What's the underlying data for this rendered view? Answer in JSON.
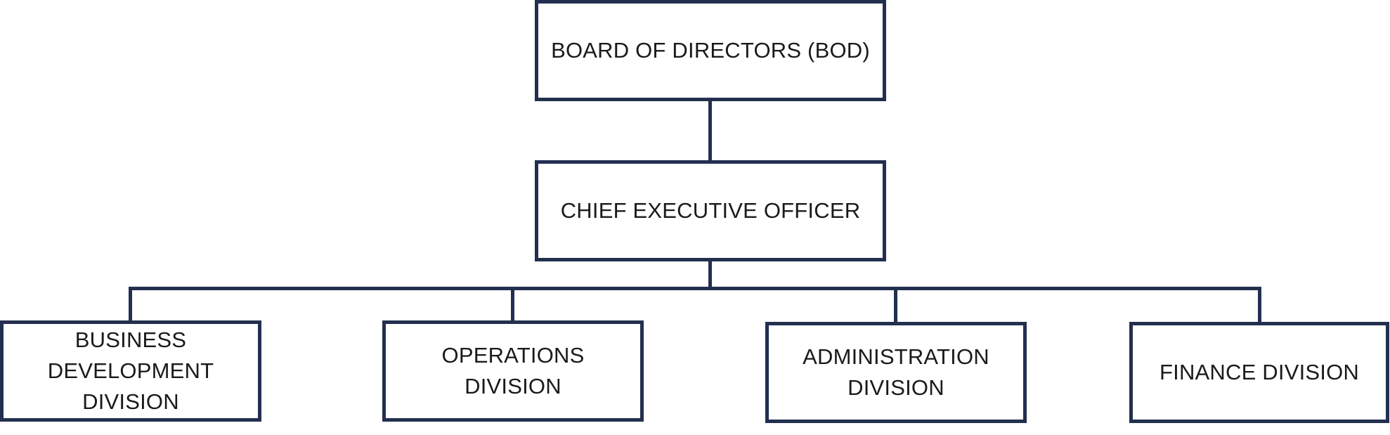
{
  "colors": {
    "border": "#232f4f",
    "connector": "#232f4f",
    "text": "#1a1a1a",
    "background": "#ffffff"
  },
  "diagram": {
    "board": {
      "label": "BOARD OF DIRECTORS (BOD)"
    },
    "ceo": {
      "label": "CHIEF EXECUTIVE OFFICER"
    },
    "divisions": [
      {
        "label": "BUSINESS\nDEVELOPMENT\nDIVISION"
      },
      {
        "label": "OPERATIONS\nDIVISION"
      },
      {
        "label": "ADMINISTRATION\nDIVISION"
      },
      {
        "label": "FINANCE DIVISION"
      }
    ]
  }
}
